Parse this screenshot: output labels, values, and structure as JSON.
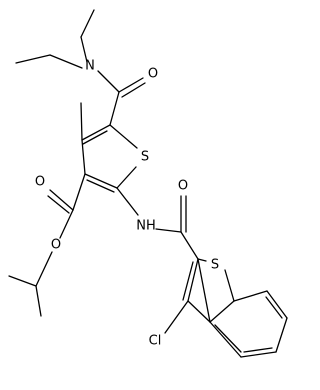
{
  "molecule": {
    "atom_labels": {
      "amide_nitrogen": "N",
      "amide_oxygen": "O",
      "ring_sulfur": "S",
      "ester_carbonyl_oxygen": "O",
      "ester_oxygen": "O",
      "anilide_nh": "NH",
      "benzamide_oxygen": "O",
      "benzothiophene_sulfur": "S",
      "chlorine": "Cl"
    }
  }
}
